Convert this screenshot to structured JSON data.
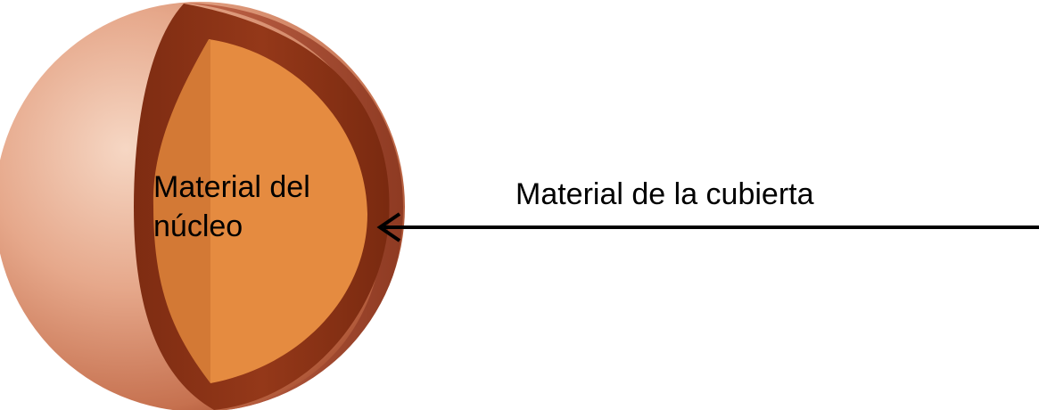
{
  "diagram": {
    "core_label_line1": "Material del",
    "core_label_line2": "núcleo",
    "shell_label": "Material de la cubierta"
  },
  "colors": {
    "sphere_outer": "#D98E6F",
    "sphere_highlight": "#F4CDB6",
    "shell": "#8E3416",
    "core_left": "#D67C36",
    "core_right": "#E68B3F",
    "arrow": "#000000"
  }
}
